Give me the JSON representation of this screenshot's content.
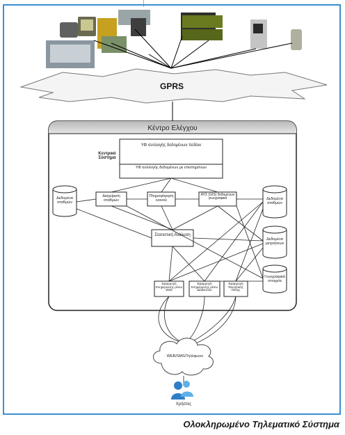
{
  "network": "GPRS",
  "control_center_title": "Κέντρο Ελέγχου",
  "central_system_label": "Κεντρικό Σύστημα",
  "subsystems": {
    "collect_field": "ΥΦ συλλογής δεδομένων πεδίου",
    "collect_agents": "ΥΦ συλλογής δεδομένων με επιστημόνων",
    "db_devices": "Δεδομένα σταθμών",
    "station_mgmt": "Διαχείριση σταθμών",
    "public_info": "Πληροφόρηση κοινού",
    "gis": "ΑΥΣ (GIS) δεδομένων γεωγραφικά",
    "db_stations": "Δεδομένα σταθμών",
    "db_measurements": "Δεδομένα μετρήσεων",
    "geo_data": "Γεωγραφικά στοιχεία",
    "statistical_analysis": "Στατιστική Ανάλυση",
    "service_sms": "Εφαρμογή Ενημέρωσης μέσω SMS",
    "service_web": "Εφαρμογή Ενημέρωσης μέσω Διαδικτύου",
    "service_phone": "Εφαρμογή Φωνητικής Πύλης"
  },
  "cloud_label": "WEB/SMS/Τηλέφωνο",
  "users_label": "Χρήστες",
  "caption": "Ολοκληρωμένο Τηλεματικό Σύστημα"
}
